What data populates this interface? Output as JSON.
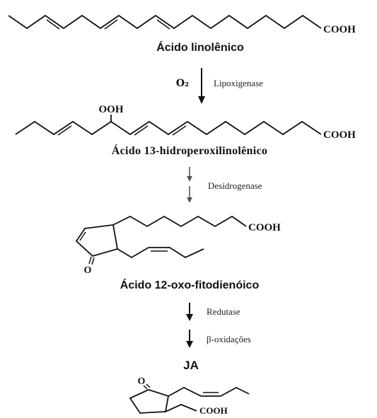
{
  "structures": {
    "linolenic": {
      "cooh": "COOH",
      "name": "Ácido linolênico"
    },
    "hpot": {
      "ooh": "OOH",
      "cooh": "COOH",
      "name": "Ácido 13-hidroperoxilinolênico"
    },
    "opda": {
      "cooh": "COOH",
      "oxo": "O",
      "name": "Ácido 12-oxo-fitodienóico"
    },
    "ja": {
      "title": "JA",
      "oxo": "O",
      "cooh": "COOH"
    }
  },
  "steps": [
    {
      "reagent": "O₂",
      "enzyme": "Lipoxigenase"
    },
    {
      "enzyme": "Desidrogenase"
    },
    {
      "enzyme": "Redutase"
    },
    {
      "enzyme": "β-oxidações"
    }
  ]
}
